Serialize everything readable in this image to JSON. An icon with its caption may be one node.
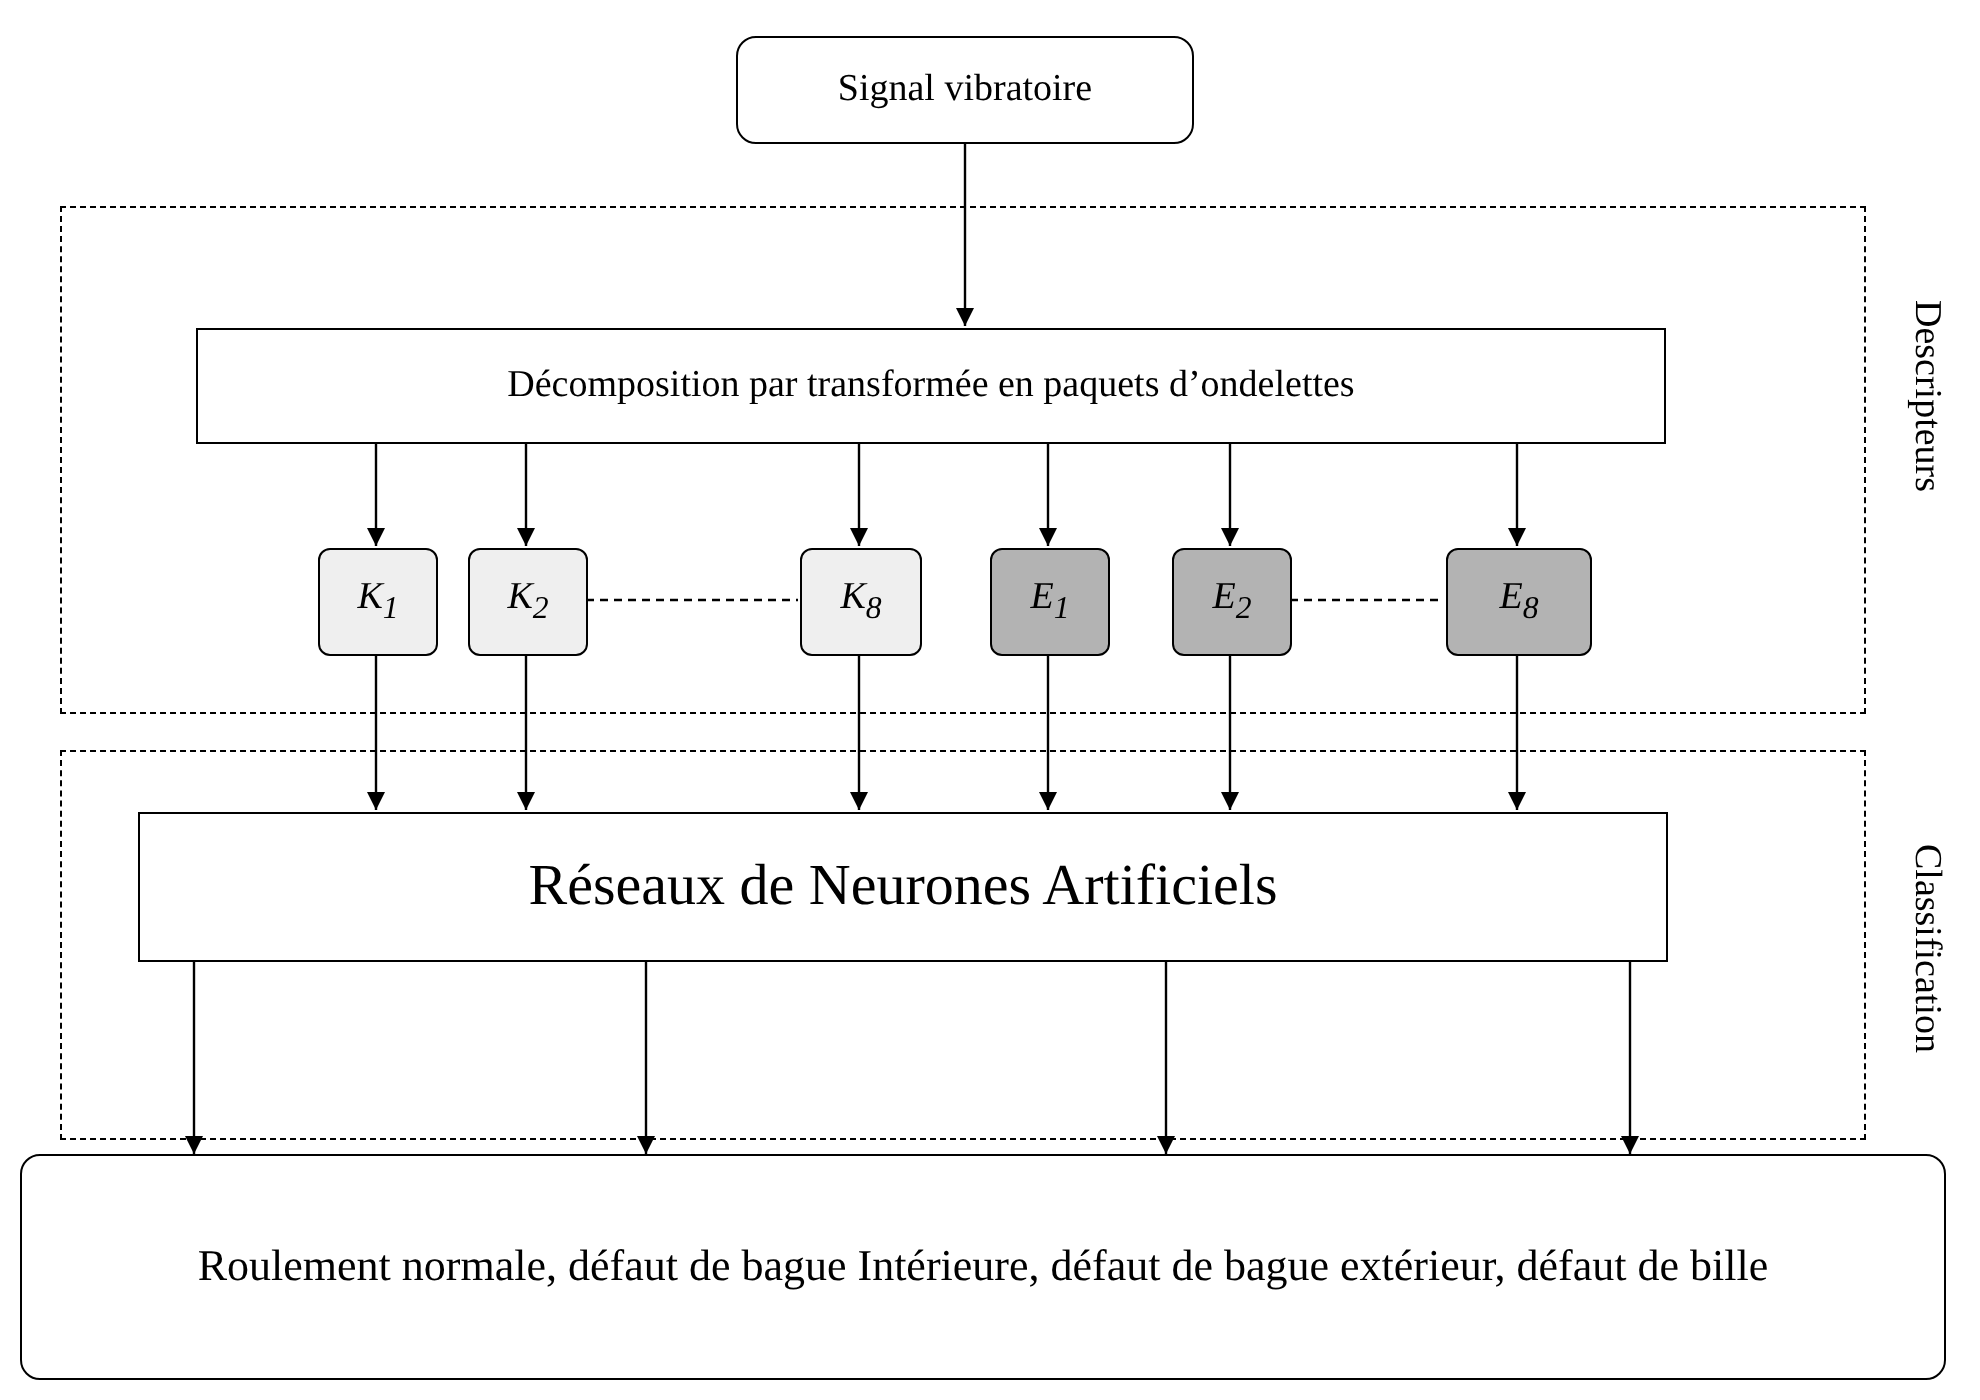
{
  "diagram": {
    "nodes": [
      {
        "text": [
          "Signal vibratoire"
        ]
      },
      {
        "text": [
          "Descripteurs"
        ]
      },
      {
        "text": [
          "Décomposition par  transformée en paquets d’ondelettes"
        ],
        "in": 1
      },
      {
        "text": [
          "K$_{1}$"
        ],
        "in": 1
      },
      {
        "text": [
          "K$_{2}$"
        ],
        "in": 1
      },
      {
        "text": [
          "K$_{8}$"
        ],
        "in": 1
      },
      {
        "text": [
          "E$_{1}$"
        ],
        "in": 1
      },
      {
        "text": [
          "E$_{2}$"
        ],
        "in": 1
      },
      {
        "text": [
          "E$_{8}$"
        ],
        "in": 1
      },
      {
        "text": [
          "Classification"
        ]
      },
      {
        "text": [
          "Réseaux de Neurones Artificiels"
        ],
        "in": 9
      },
      {
        "text": [
          "Roulement normale, défaut de bague Intérieure, défaut de bague extérieur, défaut de bille"
        ]
      }
    ],
    "edges": [
      {
        "from": 0,
        "to": 2,
        "arrow": "to"
      },
      {
        "from": 2,
        "to": 3,
        "arrow": "to"
      },
      {
        "from": 2,
        "to": 4,
        "arrow": "to"
      },
      {
        "from": 2,
        "to": 5,
        "arrow": "to"
      },
      {
        "from": 2,
        "to": 6,
        "arrow": "to"
      },
      {
        "from": 2,
        "to": 7,
        "arrow": "to"
      },
      {
        "from": 2,
        "to": 8,
        "arrow": "to"
      },
      {
        "from": 4,
        "to": 5,
        "arrow": "none",
        "style": "dashed"
      },
      {
        "from": 7,
        "to": 8,
        "arrow": "none",
        "style": "dashed"
      },
      {
        "from": 3,
        "to": 10,
        "arrow": "to"
      },
      {
        "from": 4,
        "to": 10,
        "arrow": "to"
      },
      {
        "from": 5,
        "to": 10,
        "arrow": "to"
      },
      {
        "from": 6,
        "to": 10,
        "arrow": "to"
      },
      {
        "from": 7,
        "to": 10,
        "arrow": "to"
      },
      {
        "from": 8,
        "to": 10,
        "arrow": "to"
      },
      {
        "from": 10,
        "to": 11,
        "arrow": "to"
      },
      {
        "from": 10,
        "to": 11,
        "arrow": "to"
      },
      {
        "from": 10,
        "to": 11,
        "arrow": "to"
      },
      {
        "from": 10,
        "to": 11,
        "arrow": "to"
      }
    ]
  }
}
